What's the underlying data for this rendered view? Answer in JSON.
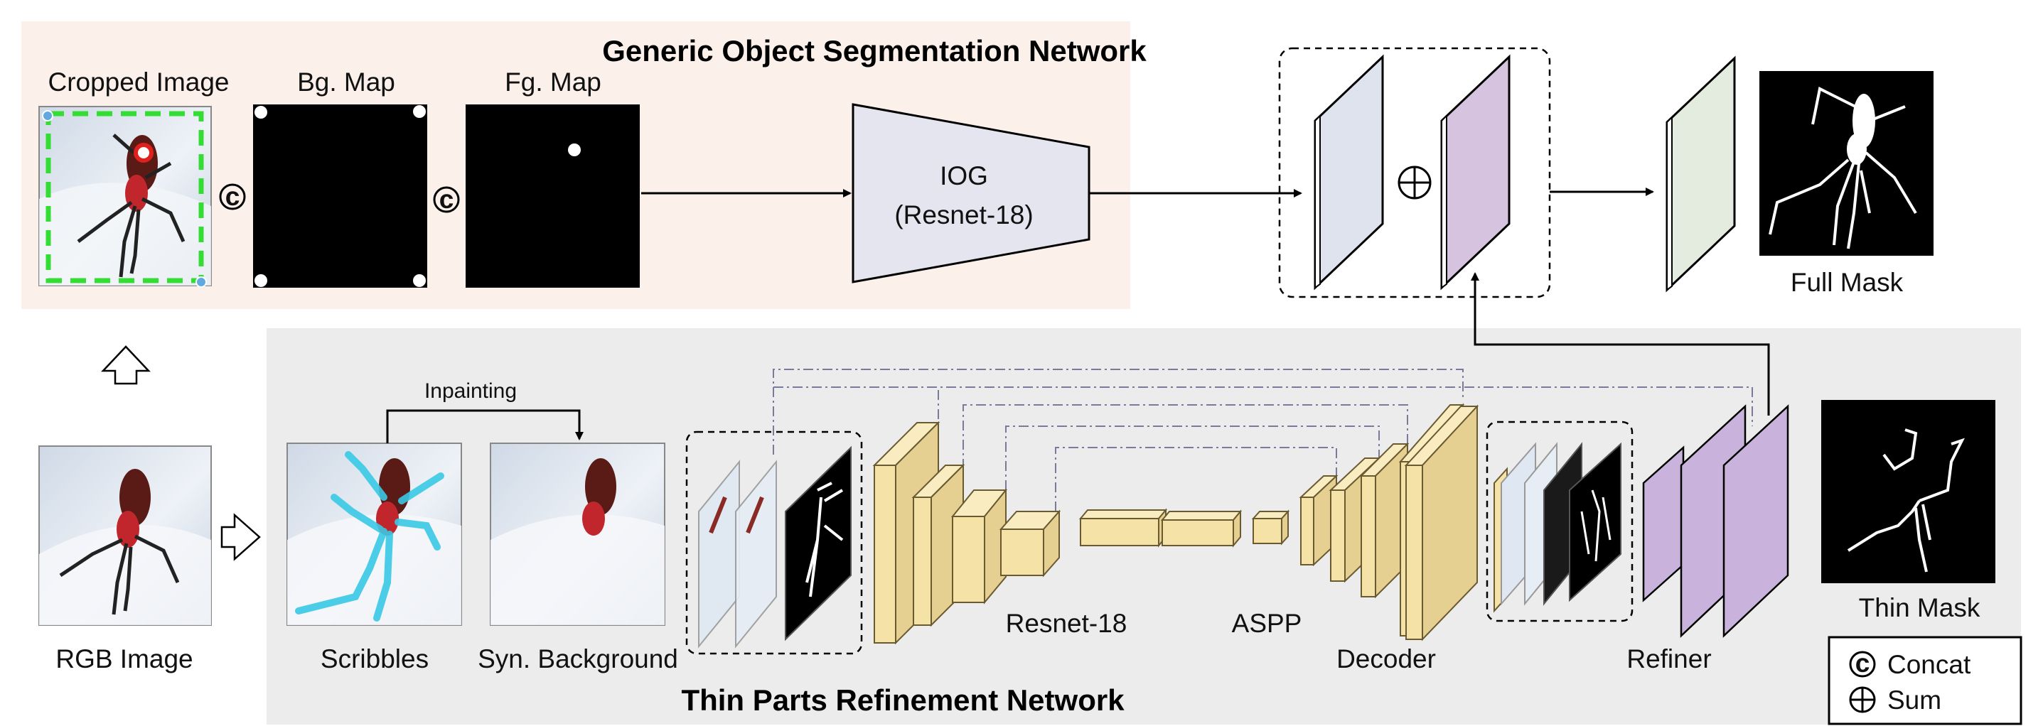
{
  "top_panel": {
    "title": "Generic Object Segmentation Network",
    "cropped_image_label": "Cropped Image",
    "bg_map_label": "Bg. Map",
    "fg_map_label": "Fg. Map",
    "concat_symbol": "c",
    "iog_line1": "IOG",
    "iog_line2": "(Resnet-18)",
    "full_mask_label": "Full Mask"
  },
  "bottom_panel": {
    "title": "Thin Parts Refinement Network",
    "rgb_image_label": "RGB Image",
    "inpainting_label": "Inpainting",
    "scribbles_label": "Scribbles",
    "syn_background_label": "Syn. Background",
    "resnet_label": "Resnet-18",
    "aspp_label": "ASPP",
    "decoder_label": "Decoder",
    "refiner_label": "Refiner",
    "thin_mask_label": "Thin Mask"
  },
  "legend": {
    "concat_label": "Concat",
    "sum_label": "Sum"
  },
  "colors": {
    "top_panel_bg": "#fcf1ea",
    "bottom_panel_bg": "#ececec",
    "encoder_fill": "#f4e2a6",
    "encoder_stroke": "#7a6a3a",
    "feature_blue": "#dfe3ee",
    "feature_purple": "#d6c3df",
    "feature_green": "#e3ecdf",
    "refiner_purple": "#c9b3dc",
    "crop_box": "#33dd33",
    "scribble": "#39c9e4",
    "insect_red": "#c0262c"
  }
}
